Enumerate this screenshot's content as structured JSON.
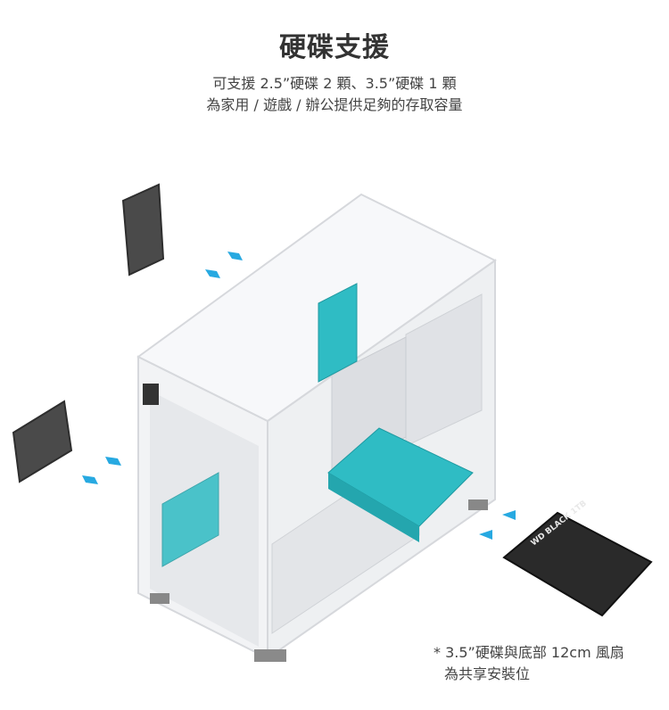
{
  "heading": {
    "title": "硬碟支援",
    "line1": "可支援 2.5”硬碟 2 顆、3.5”硬碟 1 顆",
    "line2": "為家用 / 遊戲 / 辦公提供足夠的存取容量"
  },
  "footnote": {
    "line1": "* 3.5”硬碟與底部 12cm 風扇",
    "line2": "為共享安裝位"
  },
  "product_image": {
    "hdd_label": "WD BLACK 1TB",
    "colors": {
      "case": "#f4f5f7",
      "accent": "#2fbcc4",
      "ssd": "#4a4a4a",
      "arrow": "#27a9e1",
      "hdd_black": "#2a2a2a"
    }
  }
}
